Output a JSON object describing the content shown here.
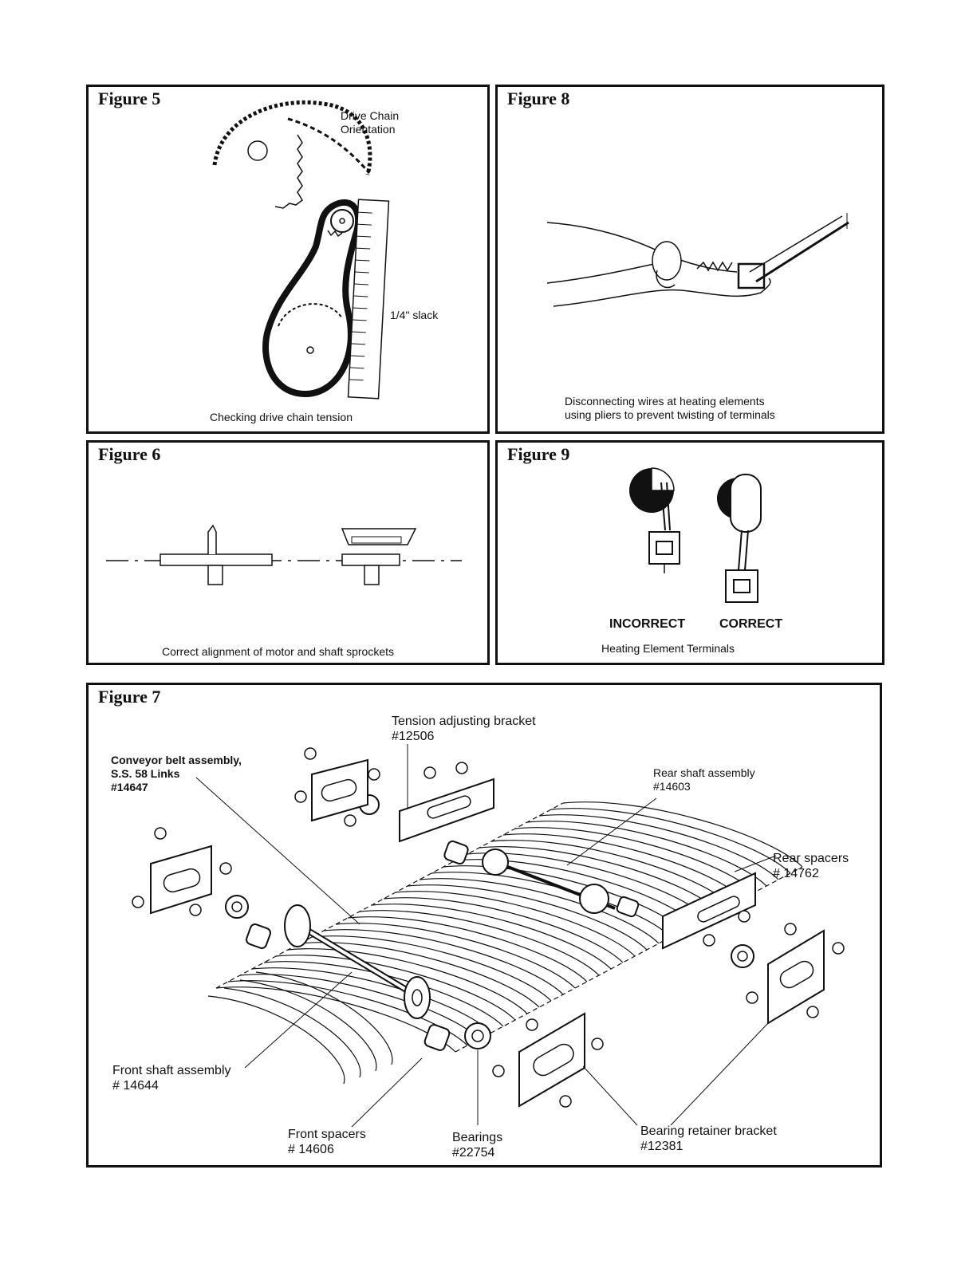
{
  "figure5": {
    "title": "Figure 5",
    "label_orientation": [
      "Drive Chain",
      "Orientation"
    ],
    "label_slack": "1/4\" slack",
    "caption": "Checking drive chain tension"
  },
  "figure8": {
    "title": "Figure 8",
    "caption": [
      "Disconnecting wires at heating elements",
      "using pliers to prevent twisting of terminals"
    ]
  },
  "figure6": {
    "title": "Figure 6",
    "caption": "Correct alignment of motor and shaft sprockets"
  },
  "figure9": {
    "title": "Figure 9",
    "label_incorrect": "INCORRECT",
    "label_correct": "CORRECT",
    "caption": "Heating Element Terminals"
  },
  "figure7": {
    "title": "Figure 7",
    "tension_bracket": [
      "Tension adjusting bracket",
      "#12506"
    ],
    "conveyor_belt": [
      "Conveyor belt assembly,",
      "S.S. 58 Links",
      "#14647"
    ],
    "rear_shaft": [
      "Rear shaft assembly",
      "#14603"
    ],
    "rear_spacers": [
      "Rear spacers",
      "# 14762"
    ],
    "front_shaft": [
      "Front shaft assembly",
      "# 14644"
    ],
    "front_spacers": [
      "Front spacers",
      "# 14606"
    ],
    "bearings": [
      "Bearings",
      "#22754"
    ],
    "bearing_retainer": [
      "Bearing retainer bracket",
      "#12381"
    ]
  }
}
